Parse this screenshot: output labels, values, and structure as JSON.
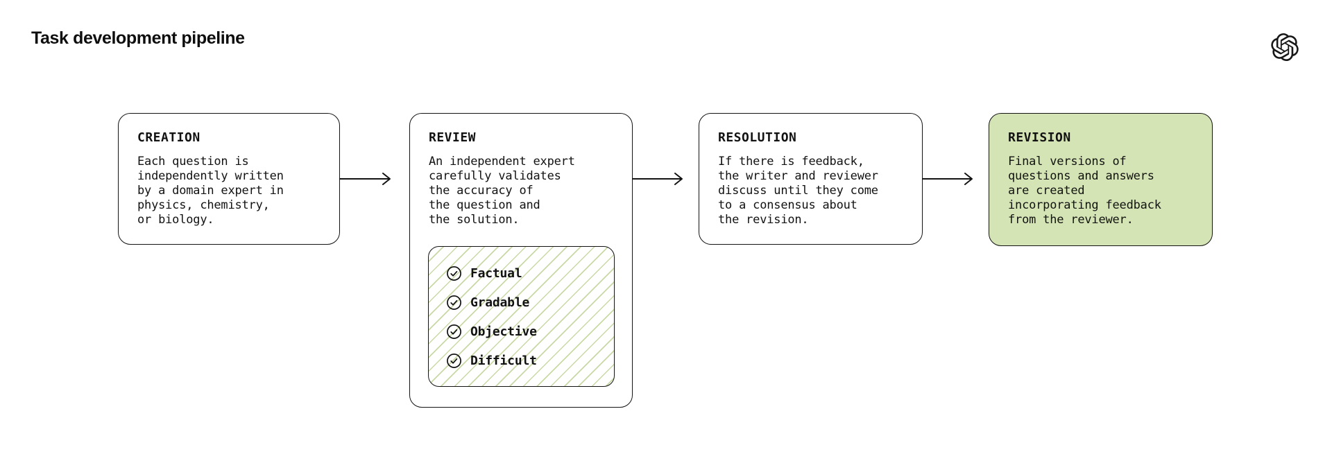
{
  "page": {
    "title": "Task development pipeline",
    "background_color": "#ffffff",
    "ink_color": "#121212",
    "logo_icon": "openai-logo"
  },
  "pipeline": {
    "highlight_color": "#d4e4b4",
    "hatch_color": "#c8d9a6",
    "stages": [
      {
        "id": "creation",
        "title": "CREATION",
        "body": "Each question is\nindependently written\nby a domain expert in\nphysics, chemistry,\nor biology.",
        "highlighted": false
      },
      {
        "id": "review",
        "title": "REVIEW",
        "body": "An independent expert\ncarefully validates\nthe accuracy of\nthe question and\nthe solution.",
        "highlighted": false,
        "checklist": [
          "Factual",
          "Gradable",
          "Objective",
          "Difficult"
        ]
      },
      {
        "id": "resolution",
        "title": "RESOLUTION",
        "body": "If there is feedback,\nthe writer and reviewer\ndiscuss until they come\nto a consensus about\nthe revision.",
        "highlighted": false
      },
      {
        "id": "revision",
        "title": "REVISION",
        "body": "Final versions of\nquestions and answers\nare created\nincorporating feedback\nfrom the reviewer.",
        "highlighted": true
      }
    ]
  }
}
